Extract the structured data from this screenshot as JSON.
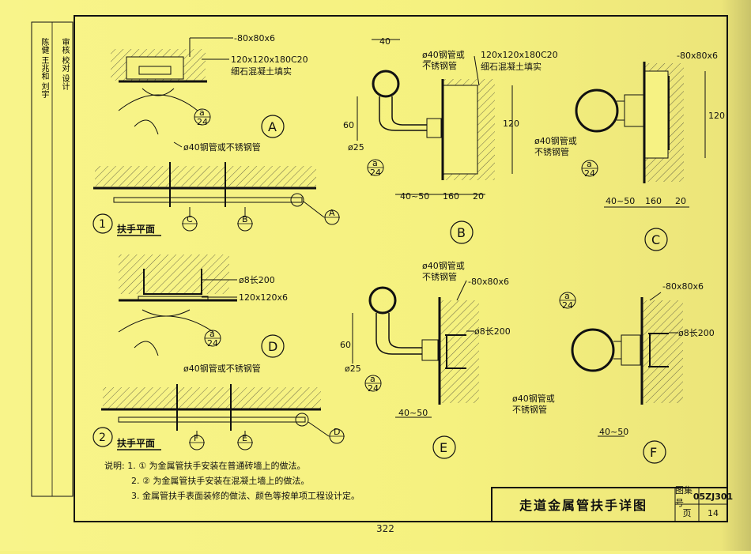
{
  "labels": {
    "plate_80": "-80x80x6",
    "concrete_fill_line1": "120x120x180C20",
    "concrete_fill_line2": "细石混凝土填实",
    "tube_40_steel": "ø40钢管或不锈钢管",
    "tube_40_line1": "ø40钢管或",
    "tube_40_line2": "不锈钢管",
    "rod_8": "ø8长200",
    "plate_120": "120x120x6",
    "dia_25": "ø25",
    "dim_40": "40",
    "dim_60": "60",
    "dim_120": "120",
    "dim_40_50": "40~50",
    "dim_160": "160",
    "dim_20": "20",
    "ref_a": "a",
    "ref_24": "24"
  },
  "markers": {
    "A": "A",
    "B": "B",
    "C": "C",
    "D": "D",
    "E": "E",
    "F": "F",
    "n1": "1",
    "n2": "2"
  },
  "plans": {
    "plan1_title": "扶手平面",
    "plan2_title": "扶手平面"
  },
  "notes": {
    "line1": "说明: 1. ① 为金属管扶手安装在普通砖墙上的做法。",
    "line2": "2. ② 为金属管扶手安装在混凝土墙上的做法。",
    "line3": "3. 金属管扶手表面装修的做法、颜色等按单项工程设计定。"
  },
  "title_block": {
    "title": "走道金属管扶手详图",
    "atlas_label": "图集号",
    "atlas_value": "05ZJ301",
    "page_label": "页",
    "page_value": "14"
  },
  "page_number": "322",
  "side_stamp": {
    "col1": "陈健 王兆和 刘宇",
    "col2": "审核 校对 设计"
  },
  "colors": {
    "paper": "#f6f283",
    "ink": "#111111",
    "hatch": "#333333"
  }
}
